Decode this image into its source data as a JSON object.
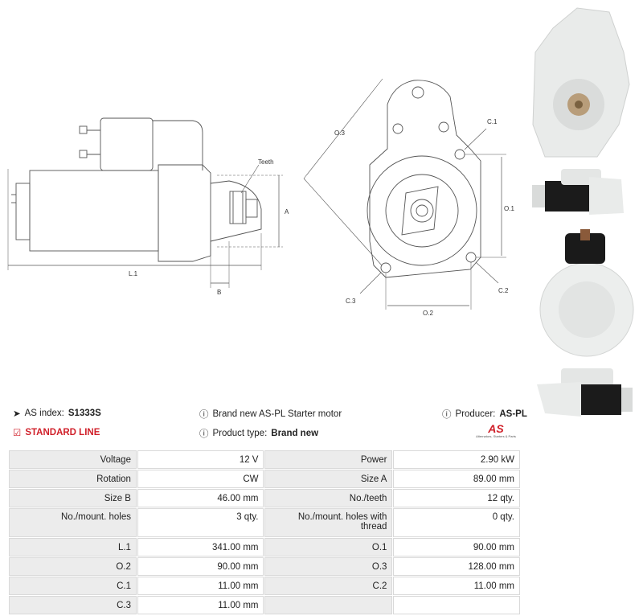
{
  "drawing_labels": {
    "teeth": "Teeth",
    "a": "A",
    "b": "B",
    "l1": "L.1",
    "o3": "O.3",
    "c1": "C.1",
    "o1": "O.1",
    "c2": "C.2",
    "c3": "C.3",
    "o2": "O.2"
  },
  "info": {
    "as_index_label": "AS index:",
    "as_index_value": "S1333S",
    "standard_line": "STANDARD LINE",
    "description": "Brand new AS-PL Starter motor",
    "product_type_label": "Product type:",
    "product_type_value": "Brand new",
    "producer_label": "Producer:",
    "producer_value": "AS-PL",
    "logo_text": "AS",
    "logo_tagline": "Alternators, Starters & Parts"
  },
  "specs": [
    {
      "l1": "Voltage",
      "v1": "12 V",
      "l2": "Power",
      "v2": "2.90 kW"
    },
    {
      "l1": "Rotation",
      "v1": "CW",
      "l2": "Size A",
      "v2": "89.00 mm"
    },
    {
      "l1": "Size B",
      "v1": "46.00 mm",
      "l2": "No./teeth",
      "v2": "12 qty."
    },
    {
      "l1": "No./mount. holes",
      "v1": "3 qty.",
      "l2": "No./mount. holes with thread",
      "v2": "0 qty."
    },
    {
      "l1": "L.1",
      "v1": "341.00 mm",
      "l2": "O.1",
      "v2": "90.00 mm"
    },
    {
      "l1": "O.2",
      "v1": "90.00 mm",
      "l2": "O.3",
      "v2": "128.00 mm"
    },
    {
      "l1": "C.1",
      "v1": "11.00 mm",
      "l2": "C.2",
      "v2": "11.00 mm"
    },
    {
      "l1": "C.3",
      "v1": "11.00 mm",
      "l2": "",
      "v2": ""
    }
  ]
}
